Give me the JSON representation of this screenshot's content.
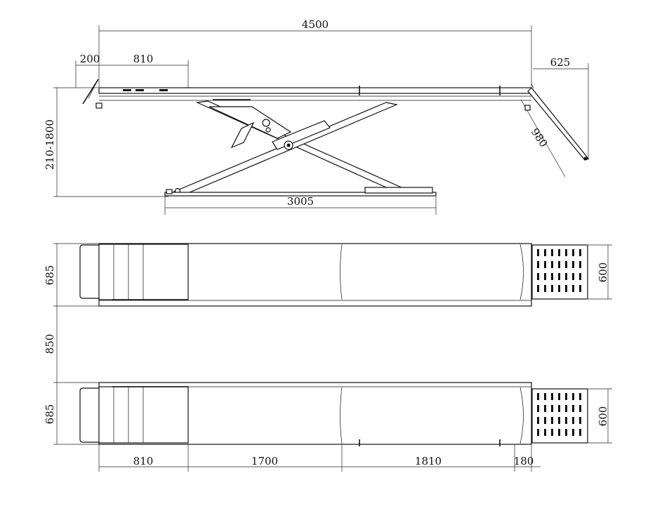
{
  "dimensions": {
    "total_length": "4500",
    "front_stop": "200",
    "front_section_top": "810",
    "ramp_horizontal": "625",
    "lift_height": "210-1800",
    "ramp_length": "980",
    "base_length": "3005",
    "platform_width_top": "685",
    "ramp_width_top": "600",
    "gap_between": "850",
    "platform_width_bottom": "685",
    "ramp_width_bottom": "600",
    "seg_1": "810",
    "seg_2": "1700",
    "seg_3": "1810",
    "seg_4": "180"
  }
}
